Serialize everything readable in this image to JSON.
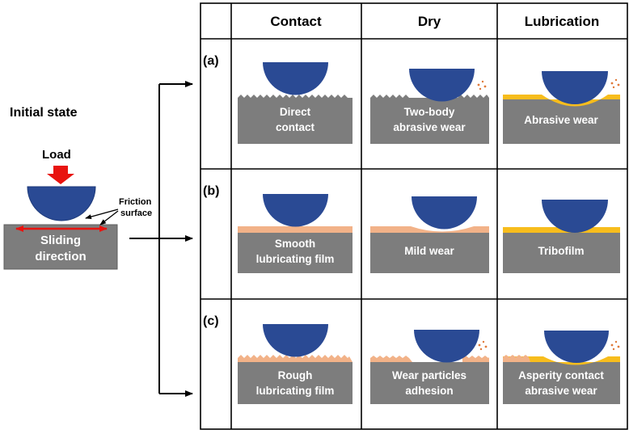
{
  "initial_state": {
    "title": "Initial state",
    "load_label": "Load",
    "friction_label_line1": "Friction",
    "friction_label_line2": "surface",
    "sliding_line1": "Sliding",
    "sliding_line2": "direction"
  },
  "columns": [
    "Contact",
    "Dry",
    "Lubrication"
  ],
  "rows": [
    {
      "label": "(a)",
      "cells": [
        {
          "line1": "Direct",
          "line2": "contact"
        },
        {
          "line1": "Two-body",
          "line2": "abrasive wear"
        },
        {
          "line1": "Abrasive wear",
          "line2": ""
        }
      ]
    },
    {
      "label": "(b)",
      "cells": [
        {
          "line1": "Smooth",
          "line2": "lubricating film"
        },
        {
          "line1": "Mild wear",
          "line2": ""
        },
        {
          "line1": "Tribofilm",
          "line2": ""
        }
      ]
    },
    {
      "label": "(c)",
      "cells": [
        {
          "line1": "Rough",
          "line2": "lubricating film"
        },
        {
          "line1": "Wear particles",
          "line2": "adhesion"
        },
        {
          "line1": "Asperity contact",
          "line2": "abrasive wear"
        }
      ]
    }
  ],
  "colors": {
    "ball": "#2a4a94",
    "block": "#7d7d7d",
    "block_border": "#5f5f5f",
    "peach_film": "#f2b288",
    "yellow_film": "#f7bd1d",
    "load_arrow": "#e8130f",
    "sliding_arrow": "#e8130f"
  }
}
